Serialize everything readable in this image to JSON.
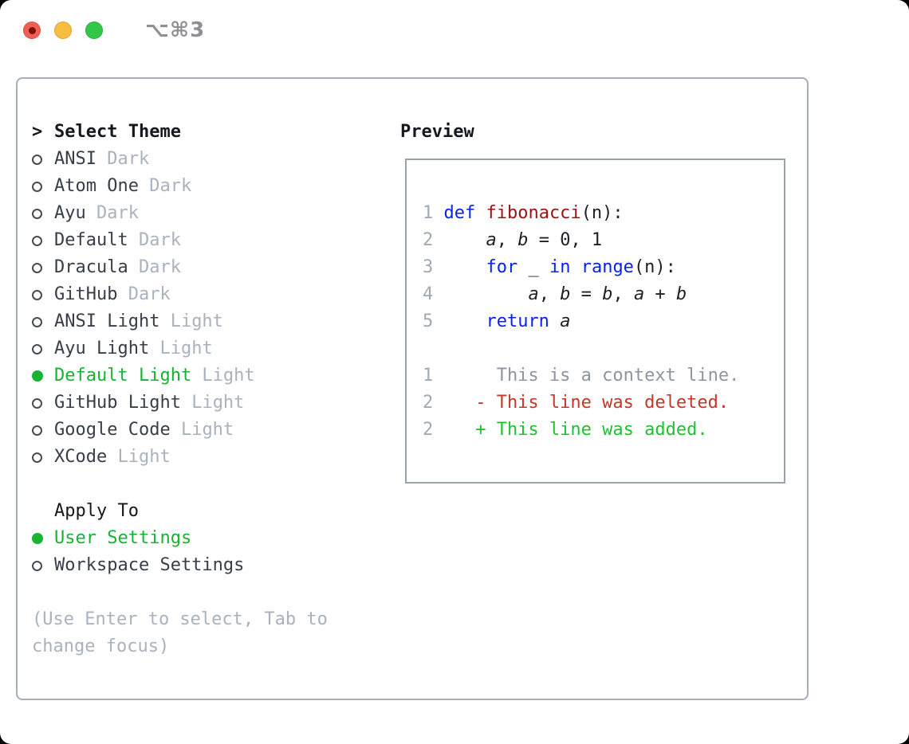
{
  "window": {
    "shortcut": "⌥⌘3",
    "traffic_lights": [
      "close",
      "minimize",
      "zoom"
    ]
  },
  "panel": {
    "select_theme": {
      "prefix": ">",
      "title": "Select Theme"
    },
    "themes": [
      {
        "name": "ANSI",
        "variant": "Dark",
        "selected": false
      },
      {
        "name": "Atom One",
        "variant": "Dark",
        "selected": false
      },
      {
        "name": "Ayu",
        "variant": "Dark",
        "selected": false
      },
      {
        "name": "Default",
        "variant": "Dark",
        "selected": false
      },
      {
        "name": "Dracula",
        "variant": "Dark",
        "selected": false
      },
      {
        "name": "GitHub",
        "variant": "Dark",
        "selected": false
      },
      {
        "name": "ANSI Light",
        "variant": "Light",
        "selected": false
      },
      {
        "name": "Ayu Light",
        "variant": "Light",
        "selected": false
      },
      {
        "name": "Default Light",
        "variant": "Light",
        "selected": true
      },
      {
        "name": "GitHub Light",
        "variant": "Light",
        "selected": false
      },
      {
        "name": "Google Code",
        "variant": "Light",
        "selected": false
      },
      {
        "name": "XCode",
        "variant": "Light",
        "selected": false
      }
    ],
    "apply_to": {
      "title": "Apply To",
      "options": [
        {
          "label": "User Settings",
          "selected": true
        },
        {
          "label": "Workspace Settings",
          "selected": false
        }
      ]
    },
    "help_lines": [
      "(Use Enter to select, Tab to",
      "change focus)"
    ]
  },
  "preview": {
    "label": "Preview",
    "lines": [
      {
        "num": "1",
        "segs": [
          [
            "kw",
            "def"
          ],
          [
            "pl",
            " "
          ],
          [
            "fn",
            "fibonacci"
          ],
          [
            "pl",
            "(n):"
          ]
        ]
      },
      {
        "num": "2",
        "segs": [
          [
            "pl",
            "    "
          ],
          [
            "va",
            "a"
          ],
          [
            "pl",
            ", "
          ],
          [
            "va",
            "b"
          ],
          [
            "pl",
            " = 0, 1"
          ]
        ]
      },
      {
        "num": "3",
        "segs": [
          [
            "pl",
            "    "
          ],
          [
            "kw",
            "for"
          ],
          [
            "pl",
            " _ "
          ],
          [
            "kw",
            "in"
          ],
          [
            "pl",
            " "
          ],
          [
            "kw",
            "range"
          ],
          [
            "pl",
            "(n):"
          ]
        ]
      },
      {
        "num": "4",
        "segs": [
          [
            "pl",
            "        "
          ],
          [
            "va",
            "a"
          ],
          [
            "pl",
            ", "
          ],
          [
            "va",
            "b"
          ],
          [
            "pl",
            " = "
          ],
          [
            "va",
            "b"
          ],
          [
            "pl",
            ", "
          ],
          [
            "va",
            "a"
          ],
          [
            "pl",
            " + "
          ],
          [
            "va",
            "b"
          ]
        ]
      },
      {
        "num": "5",
        "segs": [
          [
            "pl",
            "    "
          ],
          [
            "kw",
            "return"
          ],
          [
            "pl",
            " "
          ],
          [
            "va",
            "a"
          ]
        ]
      },
      {
        "num": "",
        "segs": []
      },
      {
        "num": "1",
        "segs": [
          [
            "ctx",
            "     This is a context line."
          ]
        ]
      },
      {
        "num": "2",
        "segs": [
          [
            "del",
            "   - This line was deleted."
          ]
        ]
      },
      {
        "num": "2",
        "segs": [
          [
            "add",
            "   + This line was added."
          ]
        ]
      }
    ]
  },
  "colors": {
    "accent_green": "#16b432",
    "added_green": "#1cc32e",
    "deleted_red": "#c53728",
    "keyword_blue": "#0a22f0",
    "function_red": "#9d1111",
    "muted_gray": "#a9b2bd",
    "context_gray": "#8d959f",
    "text_dark": "#373e47",
    "border_gray": "#a7aeb8"
  }
}
